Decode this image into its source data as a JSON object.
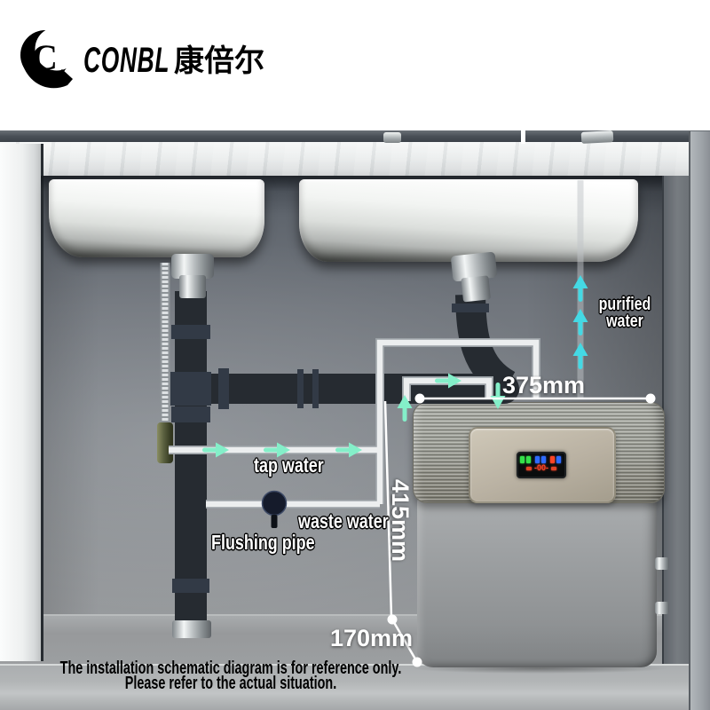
{
  "brand": {
    "icon": "crescent-c-logo",
    "name_latin": "CONBL",
    "name_cjk": "康倍尔"
  },
  "annotations": {
    "purified_water": "purified water",
    "tap_water": "tap water",
    "waste_water": "waste water",
    "flushing_pipe": "Flushing pipe",
    "width_mm": "375mm",
    "height_mm": "415mm",
    "depth_mm": "170mm"
  },
  "disclaimer": {
    "line1": "The installation schematic diagram is for reference only.",
    "line2": "Please refer to the actual situation."
  },
  "device": {
    "display": {
      "indicators": [
        "green",
        "green",
        "blue",
        "blue",
        "red",
        "blue"
      ],
      "readout": "-00-"
    }
  },
  "colors": {
    "flow_arrow_green": "#84efc9",
    "flow_arrow_cyan": "#44d9e4",
    "dimension_marker": "#ffffff",
    "purifier_top_panel": "#9b9d95",
    "purifier_body": "#97999b"
  }
}
